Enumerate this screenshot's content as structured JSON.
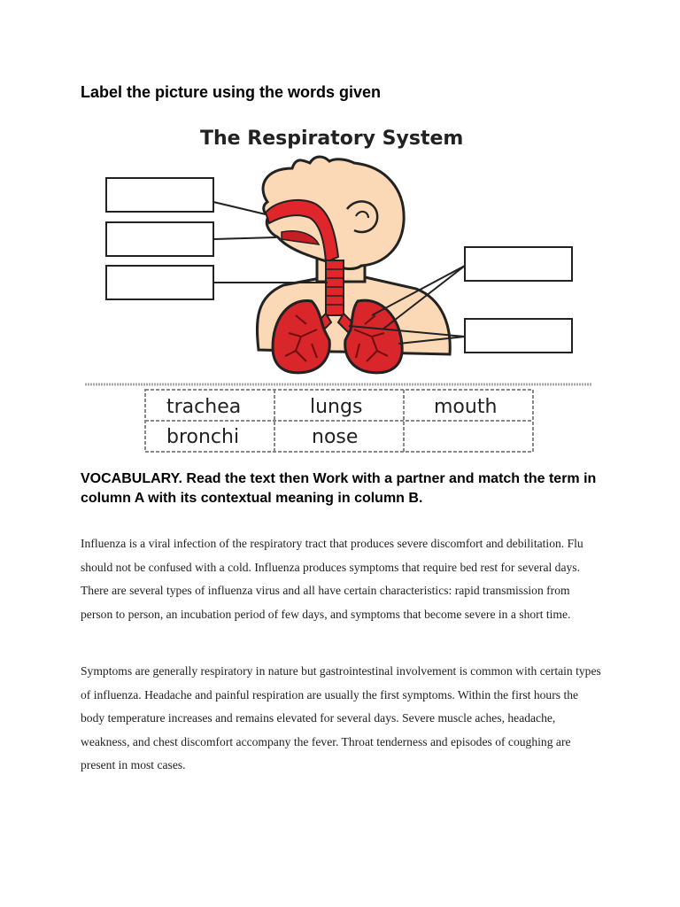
{
  "heading": "Label the picture using the words given",
  "figure": {
    "title": "The Respiratory System",
    "word_bank": [
      [
        "trachea",
        "lungs",
        "mouth"
      ],
      [
        "bronchi",
        "nose",
        ""
      ]
    ]
  },
  "vocabulary_instruction": "VOCABULARY. Read the text then Work with a partner and match the term in column A with its contextual meaning in column B.",
  "paragraphs": [
    "Influenza is a viral infection of the respiratory tract that produces severe discomfort and debilitation. Flu should not be confused with a cold. Influenza produces symptoms that require bed rest for several days. There are several types of influenza virus and all have certain characteristics: rapid transmission from person to person, an incubation period of few days, and symptoms that become severe in a short time.",
    "Symptoms are generally respiratory in nature but gastrointestinal involvement is common with certain types of influenza. Headache and painful respiration are usually the first symptoms. Within the first hours the body temperature increases and remains elevated for several days. Severe muscle aches, headache, weakness, and chest discomfort accompany the fever. Throat tenderness and episodes of coughing are present in most cases."
  ]
}
